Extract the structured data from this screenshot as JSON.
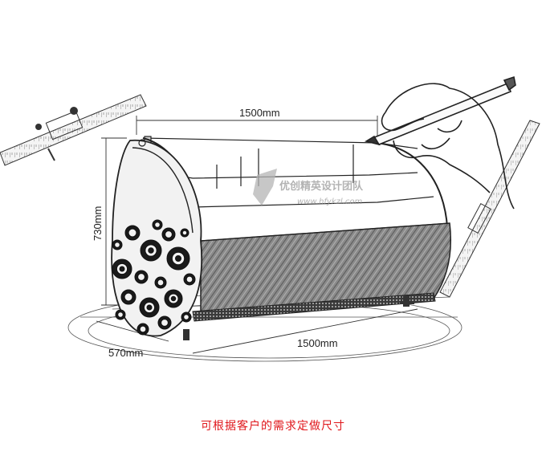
{
  "dimensions": {
    "top_width": "1500mm",
    "height": "730mm",
    "depth": "570mm",
    "bottom_width": "1500mm"
  },
  "watermark": {
    "brand": "优创精英设计团队",
    "url": "www.hfykzl.com"
  },
  "caption": "可根据客户的需求定做尺寸",
  "colors": {
    "caption": "#e0161b",
    "line": "#222222",
    "watermark": "#9a9a9a"
  }
}
